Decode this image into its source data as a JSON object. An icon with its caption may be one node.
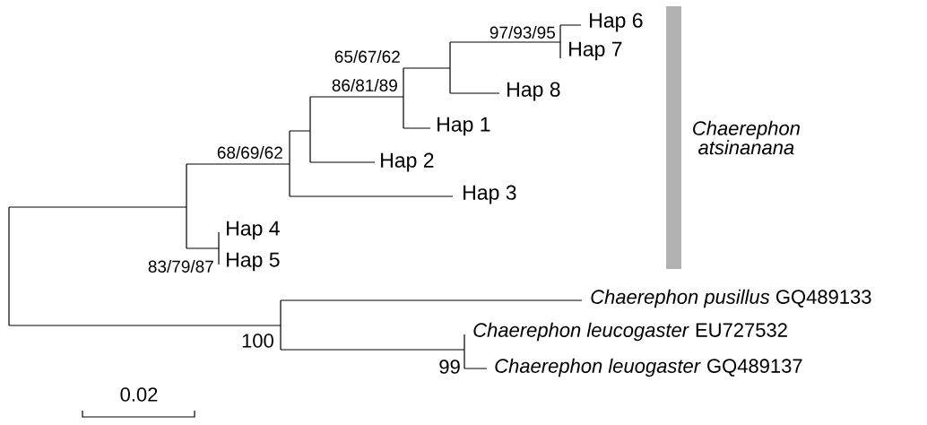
{
  "diagram": {
    "nodes": [
      {
        "text": [
          "Chaerephon atsinanana"
        ]
      }
    ],
    "labels": [
      "97/93/95",
      "Hap 6",
      "65/67/62",
      "Hap 7",
      "86/81/89",
      "Hap 8",
      "Hap 1",
      "68/69/62",
      "Hap 2",
      "Hap 3",
      "Hap 4",
      "83/79/87",
      "Hap 5",
      "*Chaerephon pusillus* GQ489133",
      "100",
      "*Chaerephon leucogaster* EU727532",
      "99",
      "*Chaerephon leuogaster* GQ489137",
      "0.02"
    ]
  }
}
